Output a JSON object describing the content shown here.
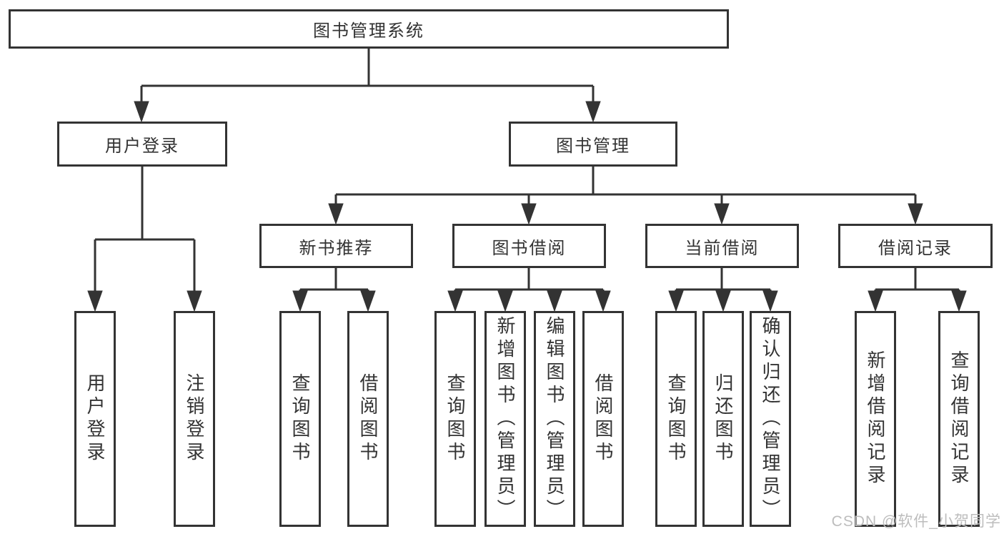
{
  "diagram": {
    "title": "图书管理系统",
    "children": [
      {
        "label": "用户登录",
        "children": [
          {
            "label": "用户登录"
          },
          {
            "label": "注销登录"
          }
        ]
      },
      {
        "label": "图书管理",
        "children": [
          {
            "label": "新书推荐",
            "children": [
              {
                "label": "查询图书"
              },
              {
                "label": "借阅图书"
              }
            ]
          },
          {
            "label": "图书借阅",
            "children": [
              {
                "label": "查询图书"
              },
              {
                "label": "新增图书（管理员）"
              },
              {
                "label": "编辑图书（管理员）"
              },
              {
                "label": "借阅图书"
              }
            ]
          },
          {
            "label": "当前借阅",
            "children": [
              {
                "label": "查询图书"
              },
              {
                "label": "归还图书"
              },
              {
                "label": "确认归还（管理员）"
              }
            ]
          },
          {
            "label": "借阅记录",
            "children": [
              {
                "label": "新增借阅记录"
              },
              {
                "label": "查询借阅记录"
              }
            ]
          }
        ]
      }
    ]
  },
  "watermark": {
    "text": "CSDN @软件_小贺同学"
  },
  "colors": {
    "line": "#333333",
    "node_border": "#333333",
    "node_text": "#333333",
    "background": "#ffffff",
    "watermark": "#bdbdbd"
  }
}
